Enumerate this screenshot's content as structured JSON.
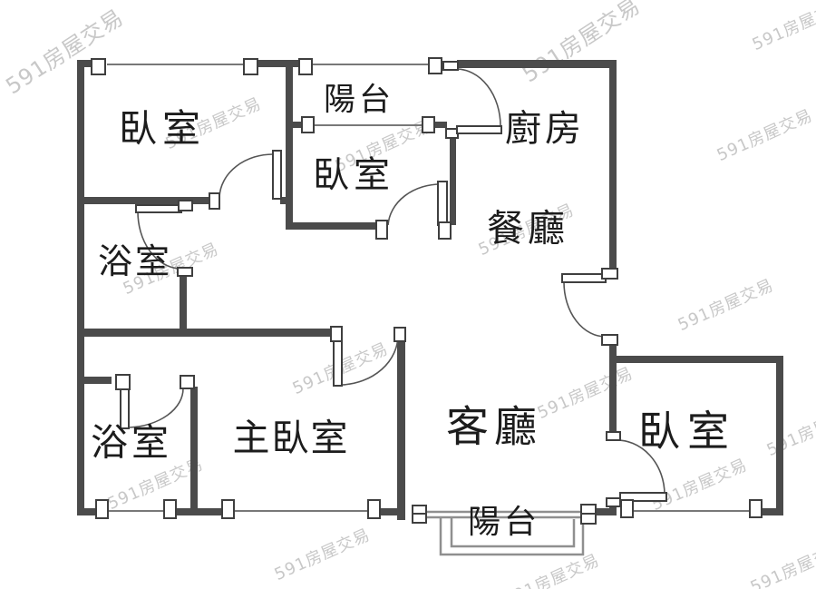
{
  "document": {
    "type": "apartment-floor-plan",
    "watermark_brand": "591房屋交易"
  },
  "watermark": {
    "text": "591房屋交易",
    "color": "#c8c8c8"
  },
  "rooms": [
    {
      "id": "bedroom-top-left",
      "label": "臥室"
    },
    {
      "id": "balcony-top",
      "label": "陽台"
    },
    {
      "id": "bedroom-middle",
      "label": "臥室"
    },
    {
      "id": "kitchen",
      "label": "廚房"
    },
    {
      "id": "dining-room",
      "label": "餐廳"
    },
    {
      "id": "bathroom-upper",
      "label": "浴室"
    },
    {
      "id": "bathroom-lower",
      "label": "浴室"
    },
    {
      "id": "master-bedroom",
      "label": "主臥室"
    },
    {
      "id": "living-room",
      "label": "客廳"
    },
    {
      "id": "bedroom-right",
      "label": "臥室"
    },
    {
      "id": "balcony-bottom",
      "label": "陽台"
    }
  ],
  "colors": {
    "wall": "#4b4b4b",
    "thin_wall": "#787878",
    "balcony_line": "#8f8f8f",
    "label_text": "#1c1c1c",
    "watermark": "#c8c8c8",
    "background": "#ffffff"
  }
}
